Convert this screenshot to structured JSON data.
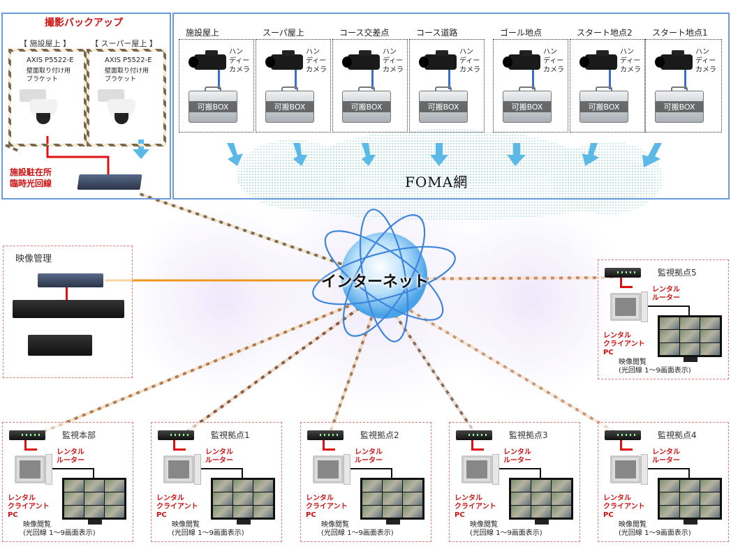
{
  "backup": {
    "title": "撮影バックアップ",
    "locations": [
      "【 施設屋上 】",
      "【 スーパー屋上 】"
    ],
    "camera_model": "AXIS P5522-E",
    "bracket_line1": "壁面取り付け用",
    "bracket_line2": "ブラケット",
    "facility_line1": "施設駐在所",
    "facility_line2": "臨時光回線"
  },
  "sites": [
    {
      "name": "施設屋上"
    },
    {
      "name": "スーパ屋上"
    },
    {
      "name": "コース交差点"
    },
    {
      "name": "コース道路"
    },
    {
      "name": "ゴール地点"
    },
    {
      "name": "スタート地点2"
    },
    {
      "name": "スタート地点1"
    }
  ],
  "camera": {
    "line1": "ハン",
    "line2": "ディー",
    "line3": "カメラ",
    "box": "可搬BOX"
  },
  "network": {
    "foma": "FOMA網",
    "internet": "インターネット"
  },
  "video_mgmt": {
    "title": "映像管理"
  },
  "client": {
    "router_line1": "レンタル",
    "router_line2": "ルーター",
    "pc_line1": "レンタル",
    "pc_line2": "クライアント",
    "pc_line3": "PC",
    "view_line1": "映像閲覧",
    "view_line2": "(光回線 1～9画面表示)"
  },
  "stations": [
    {
      "name": "監視本部"
    },
    {
      "name": "監視拠点1"
    },
    {
      "name": "監視拠点2"
    },
    {
      "name": "監視拠点3"
    },
    {
      "name": "監視拠点4"
    },
    {
      "name": "監視拠点5"
    }
  ]
}
